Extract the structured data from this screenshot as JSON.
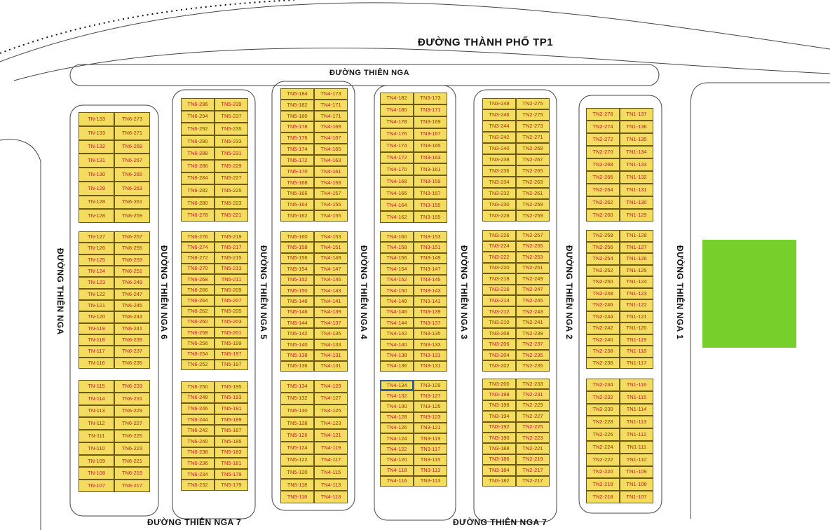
{
  "roads": {
    "tp1": "ĐƯỜNG THÀNH PHỐ TP1",
    "thien_nga_top": "ĐƯỜNG THIÊN NGA",
    "thien_nga_left": "ĐƯỜNG THIÊN NGA",
    "tn6": "ĐƯỜNG THIÊN NGA 6",
    "tn5": "ĐƯỜNG THIÊN NGA 5",
    "tn4": "ĐƯỜNG THIÊN NGA 4",
    "tn3": "ĐƯỜNG THIÊN NGA 3",
    "tn2": "ĐƯỜNG THIÊN NGA 2",
    "tn1": "ĐƯỜNG THIÊN NGA 1",
    "tn7_left": "ĐƯỜNG THIÊN NGA 7",
    "tn7_right": "ĐƯỜNG THIÊN NGA 7"
  },
  "colors": {
    "lot": "#f3dc60",
    "lot_text": "#b3261e",
    "park": "#77cf2c",
    "road": "#444444",
    "selected": "#2f5fa8"
  },
  "selected_lot": "TN4-134",
  "blocks": [
    {
      "name": "block-6",
      "groups": [
        {
          "rows": [
            [
              "TN-133",
              "TN6-273"
            ],
            [
              "TN-133",
              "TN6-271"
            ],
            [
              "TN-132",
              "TN6-269"
            ],
            [
              "TN-131",
              "TN6-267"
            ],
            [
              "TN-130",
              "TN6-265"
            ],
            [
              "TN-129",
              "TN6-263"
            ],
            [
              "TN-128",
              "TN6-261"
            ],
            [
              "TN-128",
              "TN6-259"
            ]
          ]
        },
        {
          "rows": [
            [
              "TN-127",
              "TN6-257"
            ],
            [
              "TN-126",
              "TN6-255"
            ],
            [
              "TN-125",
              "TN6-253"
            ],
            [
              "TN-124",
              "TN6-251"
            ],
            [
              "TN-123",
              "TN6-249"
            ],
            [
              "TN-122",
              "TN6-247"
            ],
            [
              "TN-121",
              "TN6-245"
            ],
            [
              "TN-120",
              "TN6-243"
            ],
            [
              "TN-119",
              "TN6-241"
            ],
            [
              "TN-118",
              "TN6-239"
            ],
            [
              "TN-117",
              "TN6-237"
            ],
            [
              "TN-116",
              "TN6-235"
            ]
          ]
        },
        {
          "rows": [
            [
              "TN-115",
              "TN6-233"
            ],
            [
              "TN-114",
              "TN6-231"
            ],
            [
              "TN-113",
              "TN6-229"
            ],
            [
              "TN-112",
              "TN6-227"
            ],
            [
              "TN-111",
              "TN6-225"
            ],
            [
              "TN-110",
              "TN6-223"
            ],
            [
              "TN-109",
              "TN6-221"
            ],
            [
              "TN-108",
              "TN6-219"
            ],
            [
              "TN-107",
              "TN6-217"
            ]
          ]
        }
      ]
    },
    {
      "name": "block-5",
      "groups": [
        {
          "rows": [
            [
              "TN6-296",
              "TN5-239"
            ],
            [
              "TN6-294",
              "TN5-237"
            ],
            [
              "TN6-292",
              "TN5-235"
            ],
            [
              "TN6-290",
              "TN5-233"
            ],
            [
              "TN6-288",
              "TN5-231"
            ],
            [
              "TN6-286",
              "TN5-229"
            ],
            [
              "TN6-284",
              "TN5-227"
            ],
            [
              "TN6-282",
              "TN5-225"
            ],
            [
              "TN6-280",
              "TN5-223"
            ],
            [
              "TN6-278",
              "TN5-221"
            ]
          ]
        },
        {
          "rows": [
            [
              "TN6-276",
              "TN5-219"
            ],
            [
              "TN6-274",
              "TN5-217"
            ],
            [
              "TN6-272",
              "TN5-215"
            ],
            [
              "TN6-270",
              "TN5-213"
            ],
            [
              "TN6-268",
              "TN5-211"
            ],
            [
              "TN6-266",
              "TN5-209"
            ],
            [
              "TN6-264",
              "TN5-207"
            ],
            [
              "TN6-262",
              "TN5-205"
            ],
            [
              "TN6-260",
              "TN5-203"
            ],
            [
              "TN6-258",
              "TN5-201"
            ],
            [
              "TN6-256",
              "TN5-199"
            ],
            [
              "TN6-254",
              "TN5-197"
            ],
            [
              "TN6-252",
              "TN5-197"
            ]
          ]
        },
        {
          "rows": [
            [
              "TN6-250",
              "TN5-195"
            ],
            [
              "TN6-248",
              "TN5-193"
            ],
            [
              "TN6-246",
              "TN5-191"
            ],
            [
              "TN6-244",
              "TN5-189"
            ],
            [
              "TN6-242",
              "TN5-187"
            ],
            [
              "TN6-240",
              "TN5-185"
            ],
            [
              "TN6-238",
              "TN5-183"
            ],
            [
              "TN6-236",
              "TN5-181"
            ],
            [
              "TN6-234",
              "TN5-179"
            ],
            [
              "TN6-232",
              "TN5-179"
            ]
          ]
        }
      ]
    },
    {
      "name": "block-4",
      "groups": [
        {
          "rows": [
            [
              "TN5-184",
              "TN4-173"
            ],
            [
              "TN5-182",
              "TN4-171"
            ],
            [
              "TN5-180",
              "TN4-171"
            ],
            [
              "TN5-178",
              "TN4-169"
            ],
            [
              "TN5-176",
              "TN4-167"
            ],
            [
              "TN5-174",
              "TN4-165"
            ],
            [
              "TN5-172",
              "TN4-163"
            ],
            [
              "TN5-170",
              "TN4-161"
            ],
            [
              "TN5-168",
              "TN4-159"
            ],
            [
              "TN5-166",
              "TN4-157"
            ],
            [
              "TN5-164",
              "TN4-155"
            ],
            [
              "TN5-162",
              "TN4-155"
            ]
          ]
        },
        {
          "rows": [
            [
              "TN5-160",
              "TN4-153"
            ],
            [
              "TN5-158",
              "TN4-151"
            ],
            [
              "TN5-156",
              "TN4-149"
            ],
            [
              "TN5-154",
              "TN4-147"
            ],
            [
              "TN5-152",
              "TN4-145"
            ],
            [
              "TN5-150",
              "TN4-143"
            ],
            [
              "TN5-148",
              "TN4-141"
            ],
            [
              "TN5-146",
              "TN4-139"
            ],
            [
              "TN5-144",
              "TN4-137"
            ],
            [
              "TN5-142",
              "TN4-135"
            ],
            [
              "TN5-140",
              "TN4-133"
            ],
            [
              "TN5-138",
              "TN4-131"
            ],
            [
              "TN5-136",
              "TN4-131"
            ]
          ]
        },
        {
          "rows": [
            [
              "TN5-134",
              "TN4-129"
            ],
            [
              "TN5-132",
              "TN4-127"
            ],
            [
              "TN5-130",
              "TN4-125"
            ],
            [
              "TN5-128",
              "TN4-123"
            ],
            [
              "TN5-126",
              "TN4-121"
            ],
            [
              "TN5-124",
              "TN4-119"
            ],
            [
              "TN5-122",
              "TN4-117"
            ],
            [
              "TN5-120",
              "TN4-115"
            ],
            [
              "TN5-118",
              "TN4-113"
            ],
            [
              "TN5-116",
              "TN4-113"
            ]
          ]
        }
      ]
    },
    {
      "name": "block-3",
      "groups": [
        {
          "rows": [
            [
              "TN4-182",
              "TN3-173"
            ],
            [
              "TN4-180",
              "TN3-171"
            ],
            [
              "TN4-178",
              "TN3-169"
            ],
            [
              "TN4-176",
              "TN3-167"
            ],
            [
              "TN4-174",
              "TN3-165"
            ],
            [
              "TN4-172",
              "TN3-163"
            ],
            [
              "TN4-170",
              "TN3-161"
            ],
            [
              "TN4-168",
              "TN3-159"
            ],
            [
              "TN4-166",
              "TN3-157"
            ],
            [
              "TN4-164",
              "TN3-155"
            ],
            [
              "TN4-162",
              "TN3-155"
            ]
          ]
        },
        {
          "rows": [
            [
              "TN4-160",
              "TN3-153"
            ],
            [
              "TN4-158",
              "TN3-151"
            ],
            [
              "TN4-156",
              "TN3-149"
            ],
            [
              "TN4-154",
              "TN3-147"
            ],
            [
              "TN4-152",
              "TN3-145"
            ],
            [
              "TN4-150",
              "TN3-143"
            ],
            [
              "TN4-148",
              "TN3-141"
            ],
            [
              "TN4-146",
              "TN3-139"
            ],
            [
              "TN4-144",
              "TN3-137"
            ],
            [
              "TN4-142",
              "TN3-135"
            ],
            [
              "TN4-140",
              "TN3-133"
            ],
            [
              "TN4-138",
              "TN3-131"
            ],
            [
              "TN4-136",
              "TN3-131"
            ]
          ]
        },
        {
          "rows": [
            [
              "TN4-134",
              "TN3-129"
            ],
            [
              "TN4-132",
              "TN3-127"
            ],
            [
              "TN4-130",
              "TN3-125"
            ],
            [
              "TN4-128",
              "TN3-123"
            ],
            [
              "TN4-126",
              "TN3-121"
            ],
            [
              "TN4-124",
              "TN3-119"
            ],
            [
              "TN4-122",
              "TN3-117"
            ],
            [
              "TN4-120",
              "TN3-115"
            ],
            [
              "TN4-118",
              "TN3-113"
            ],
            [
              "TN4-116",
              "TN3-113"
            ]
          ]
        }
      ]
    },
    {
      "name": "block-2",
      "groups": [
        {
          "rows": [
            [
              "TN3-248",
              "TN2-275"
            ],
            [
              "TN3-246",
              "TN2-275"
            ],
            [
              "TN3-244",
              "TN2-273"
            ],
            [
              "TN3-242",
              "TN2-271"
            ],
            [
              "TN3-240",
              "TN2-269"
            ],
            [
              "TN3-238",
              "TN2-267"
            ],
            [
              "TN3-236",
              "TN2-265"
            ],
            [
              "TN3-234",
              "TN2-263"
            ],
            [
              "TN3-232",
              "TN2-261"
            ],
            [
              "TN3-230",
              "TN2-259"
            ],
            [
              "TN3-228",
              "TN2-259"
            ]
          ]
        },
        {
          "rows": [
            [
              "TN3-226",
              "TN2-257"
            ],
            [
              "TN3-224",
              "TN2-255"
            ],
            [
              "TN3-222",
              "TN2-253"
            ],
            [
              "TN3-220",
              "TN2-251"
            ],
            [
              "TN3-218",
              "TN2-249"
            ],
            [
              "TN3-216",
              "TN2-247"
            ],
            [
              "TN3-214",
              "TN2-245"
            ],
            [
              "TN3-212",
              "TN2-243"
            ],
            [
              "TN3-210",
              "TN2-241"
            ],
            [
              "TN3-208",
              "TN2-239"
            ],
            [
              "TN3-206",
              "TN2-237"
            ],
            [
              "TN3-204",
              "TN2-235"
            ],
            [
              "TN3-202",
              "TN2-235"
            ]
          ]
        },
        {
          "rows": [
            [
              "TN3-200",
              "TN2-233"
            ],
            [
              "TN3-198",
              "TN2-231"
            ],
            [
              "TN3-196",
              "TN2-229"
            ],
            [
              "TN3-194",
              "TN2-227"
            ],
            [
              "TN3-192",
              "TN2-225"
            ],
            [
              "TN3-190",
              "TN2-223"
            ],
            [
              "TN3-188",
              "TN2-221"
            ],
            [
              "TN3-186",
              "TN2-219"
            ],
            [
              "TN3-184",
              "TN2-217"
            ],
            [
              "TN3-182",
              "TN2-217"
            ]
          ]
        }
      ]
    },
    {
      "name": "block-1",
      "groups": [
        {
          "rows": [
            [
              "TN2-276",
              "TN1-137"
            ],
            [
              "TN2-274",
              "TN1-136"
            ],
            [
              "TN2-272",
              "TN1-135"
            ],
            [
              "TN2-270",
              "TN1-134"
            ],
            [
              "TN2-268",
              "TN1-133"
            ],
            [
              "TN2-266",
              "TN1-132"
            ],
            [
              "TN2-264",
              "TN1-131"
            ],
            [
              "TN2-262",
              "TN1-130"
            ],
            [
              "TN2-260",
              "TN1-129"
            ]
          ]
        },
        {
          "rows": [
            [
              "TN2-258",
              "TN1-128"
            ],
            [
              "TN2-256",
              "TN1-127"
            ],
            [
              "TN2-254",
              "TN1-126"
            ],
            [
              "TN2-252",
              "TN1-125"
            ],
            [
              "TN2-250",
              "TN1-124"
            ],
            [
              "TN2-248",
              "TN1-123"
            ],
            [
              "TN2-246",
              "TN1-122"
            ],
            [
              "TN2-244",
              "TN1-121"
            ],
            [
              "TN2-242",
              "TN1-120"
            ],
            [
              "TN2-240",
              "TN1-119"
            ],
            [
              "TN2-238",
              "TN1-118"
            ],
            [
              "TN2-236",
              "TN1-117"
            ]
          ]
        },
        {
          "rows": [
            [
              "TN2-234",
              "TN1-116"
            ],
            [
              "TN2-232",
              "TN1-115"
            ],
            [
              "TN2-230",
              "TN1-114"
            ],
            [
              "TN2-228",
              "TN1-113"
            ],
            [
              "TN2-226",
              "TN1-112"
            ],
            [
              "TN2-224",
              "TN1-111"
            ],
            [
              "TN2-222",
              "TN1-110"
            ],
            [
              "TN2-220",
              "TN1-109"
            ],
            [
              "TN2-218",
              "TN1-108"
            ],
            [
              "TN2-218",
              "TN1-107"
            ]
          ]
        }
      ]
    }
  ]
}
